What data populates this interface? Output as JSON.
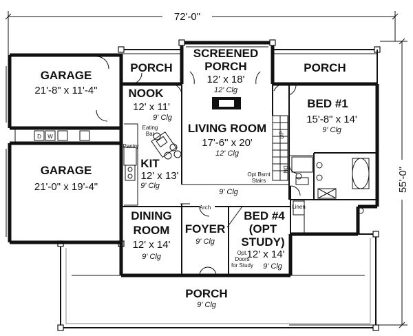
{
  "dimensions": {
    "width": "72'-0\"",
    "depth": "55'-0\""
  },
  "rooms": {
    "garage_top": {
      "name": "GARAGE",
      "size": "21'-8\" x 11'-4\""
    },
    "garage_main": {
      "name": "GARAGE",
      "size": "21'-0\" x 19'-4\""
    },
    "porch_left": {
      "name": "PORCH"
    },
    "porch_right": {
      "name": "PORCH"
    },
    "screened_porch": {
      "name_line1": "SCREENED",
      "name_line2": "PORCH",
      "size": "12' x 18'",
      "ceiling": "12' Clg"
    },
    "nook": {
      "name": "NOOK",
      "size": "12' x 11'",
      "ceiling": "9' Clg"
    },
    "kit": {
      "name": "KIT",
      "size": "12' x 13'",
      "ceiling": "9' Clg"
    },
    "living_room": {
      "name": "LIVING ROOM",
      "size": "17'-6\" x 20'",
      "ceiling": "12' Clg",
      "ceiling_lower": "9' Clg"
    },
    "bed1": {
      "name": "BED #1",
      "size": "15'-8\" x 14'",
      "ceiling": "9' Clg"
    },
    "dining_room": {
      "name_line1": "DINING",
      "name_line2": "ROOM",
      "size": "12' x 14'",
      "ceiling": "9' Clg"
    },
    "foyer": {
      "name": "FOYER",
      "ceiling": "9' Clg"
    },
    "bed4": {
      "name_line1": "BED #4",
      "name_line2": "(OPT",
      "name_line3": "STUDY)",
      "size": "12' x 14'",
      "ceiling": "9' Clg"
    },
    "porch_front": {
      "name": "PORCH",
      "ceiling": "9' Clg"
    }
  },
  "labels": {
    "eating_bar_1": "Eating",
    "eating_bar_2": "Bar",
    "pantry": "Pantry",
    "arch": "Arch",
    "linen": "Linen",
    "up": "UP",
    "dn": "DN",
    "opt_bsmt_1": "Opt Bsmt",
    "opt_bsmt_2": "Stairs",
    "opt_doors_1": "Opt.",
    "opt_doors_2": "Doors",
    "opt_doors_3": "for Study",
    "washer": "W",
    "dryer": "D"
  }
}
